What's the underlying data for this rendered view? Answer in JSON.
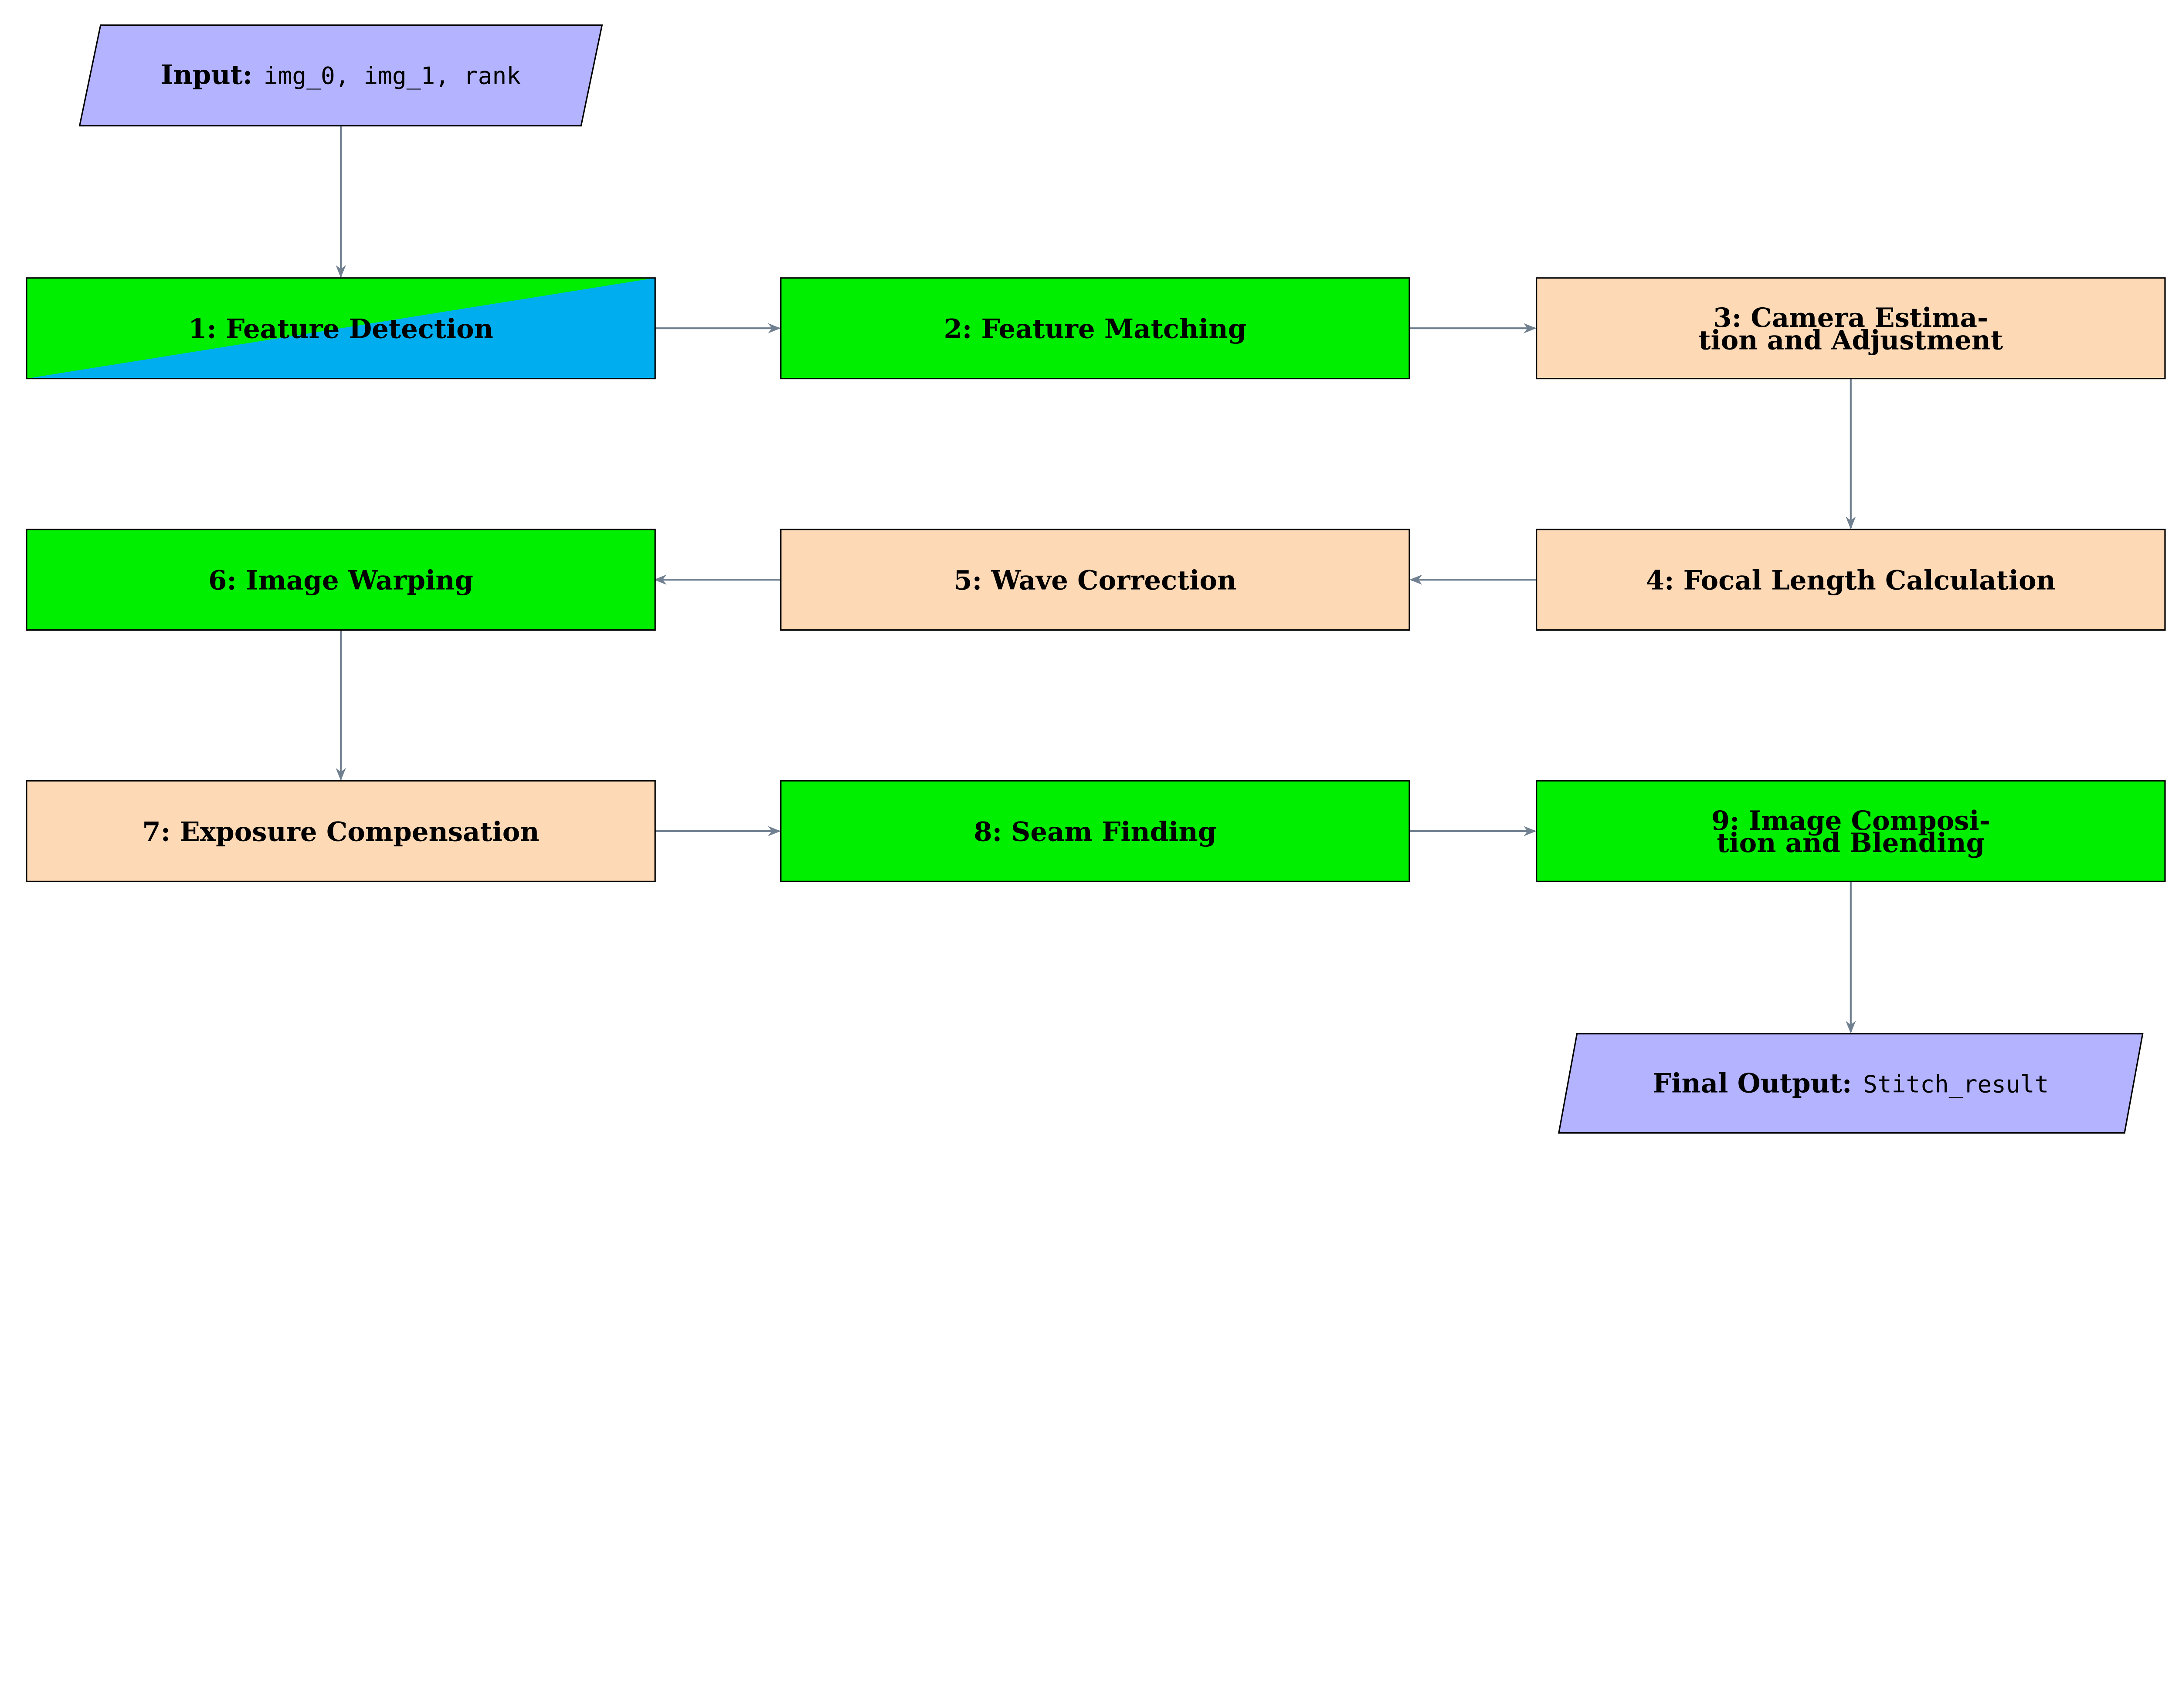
{
  "colors": {
    "green": "#00EE00",
    "cyan": "#00AEEF",
    "peach": "#FDD9B5",
    "io": "#B3B3FF",
    "arrow": "#708090"
  },
  "input": {
    "label": "Input:",
    "code": "img_0, img_1, rank"
  },
  "output": {
    "label": "Final Output:",
    "code": "Stitch_result"
  },
  "steps": [
    {
      "lines": [
        "1: Feature Detection"
      ],
      "fill": "split-green-cyan"
    },
    {
      "lines": [
        "2: Feature Matching"
      ],
      "fill": "green"
    },
    {
      "lines": [
        "3: Camera Estima-",
        "tion and Adjustment"
      ],
      "fill": "peach"
    },
    {
      "lines": [
        "4: Focal Length Calculation"
      ],
      "fill": "peach"
    },
    {
      "lines": [
        "5: Wave Correction"
      ],
      "fill": "peach"
    },
    {
      "lines": [
        "6: Image Warping"
      ],
      "fill": "green"
    },
    {
      "lines": [
        "7: Exposure Compensation"
      ],
      "fill": "peach"
    },
    {
      "lines": [
        "8: Seam Finding"
      ],
      "fill": "green"
    },
    {
      "lines": [
        "9: Image Composi-",
        "tion and Blending"
      ],
      "fill": "green"
    }
  ]
}
